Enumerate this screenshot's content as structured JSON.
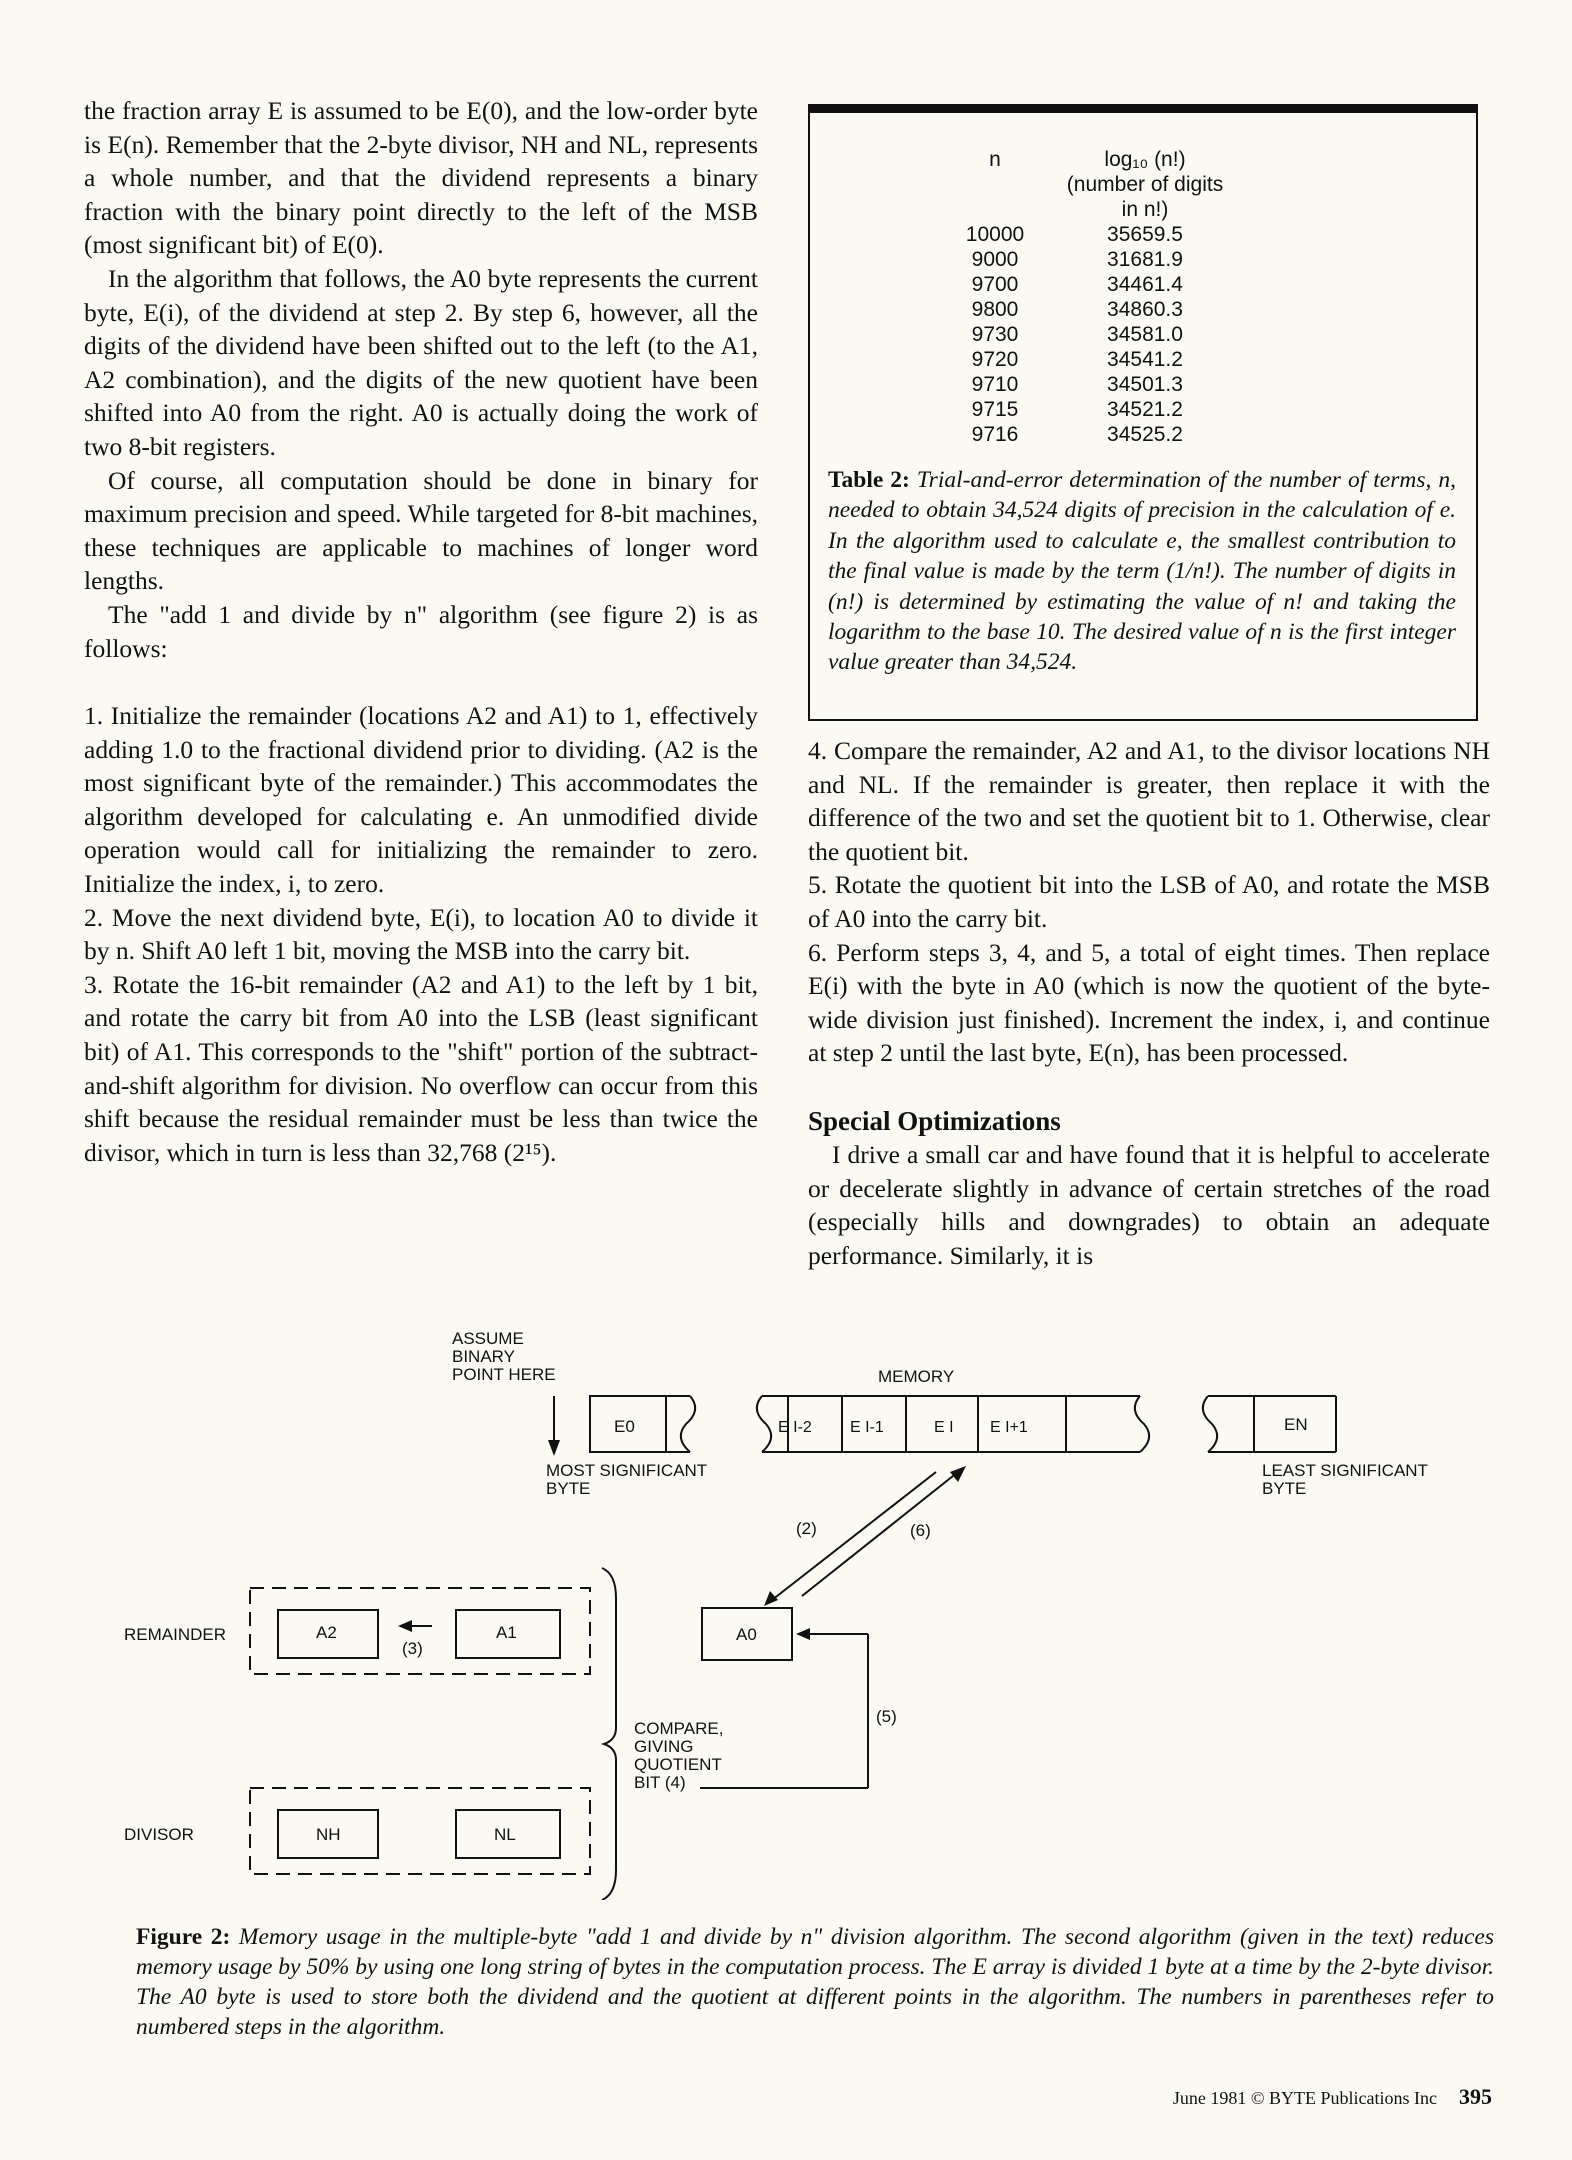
{
  "left_column": {
    "p1": "the fraction array E is assumed to be E(0), and the low-order byte is E(n). Remember that the 2-byte divisor, NH and NL, represents a whole number, and that the dividend represents a binary fraction with the binary point directly to the left of the MSB (most significant bit) of E(0).",
    "p2": "In the algorithm that follows, the A0 byte represents the current byte, E(i), of the dividend at step 2. By step 6, however, all the digits of the dividend have been shifted out to the left (to the A1, A2 combination), and the digits of the new quotient have been shifted into A0 from the right. A0 is actually doing the work of two 8-bit registers.",
    "p3": "Of course, all computation should be done in binary for maximum precision and speed. While targeted for 8-bit machines, these techniques are applicable to machines of longer word lengths.",
    "p4": "The \"add 1 and divide by n\" algorithm (see figure 2) is as follows:",
    "step1": "1. Initialize the remainder (locations A2 and A1) to 1, effectively adding 1.0 to the fractional dividend prior to dividing. (A2 is the most significant byte of the remainder.) This accommodates the algorithm developed for calculating e. An unmodified divide operation would call for initializing the remainder to zero. Initialize the index, i, to zero.",
    "step2": "2. Move the next dividend byte, E(i), to location A0 to divide it by n. Shift A0 left 1 bit, moving the MSB into the carry bit.",
    "step3": "3. Rotate the 16-bit remainder (A2 and A1) to the left by 1 bit, and rotate the carry bit from A0 into the LSB (least significant bit) of A1. This corresponds to the \"shift\" portion of the subtract-and-shift algorithm for division. No overflow can occur from this shift because the residual remainder must be less than twice the divisor, which in turn is less than 32,768 (2¹⁵)."
  },
  "right_column": {
    "step4": "4. Compare the remainder, A2 and A1, to the divisor locations NH and NL. If the remainder is greater, then replace it with the difference of the two and set the quotient bit to 1. Otherwise, clear the quotient bit.",
    "step5": "5. Rotate the quotient bit into the LSB of A0, and rotate the MSB of A0 into the carry bit.",
    "step6": "6. Perform steps 3, 4, and 5, a total of eight times. Then replace E(i) with the byte in A0 (which is now the quotient of the byte-wide division just finished). Increment the index, i, and continue at step 2 until the last byte, E(n), has been processed.",
    "heading": "Special Optimizations",
    "p5": "I drive a small car and have found that it is helpful to accelerate or decelerate slightly in advance of certain stretches of the road (especially hills and downgrades) to obtain an adequate performance. Similarly, it is"
  },
  "table": {
    "header_n": "n",
    "header_log_l1": "log₁₀ (n!)",
    "header_log_l2": "(number of digits",
    "header_log_l3": "in n!)",
    "rows": [
      {
        "n": "10000",
        "v": "35659.5"
      },
      {
        "n": "9000",
        "v": "31681.9"
      },
      {
        "n": "9700",
        "v": "34461.4"
      },
      {
        "n": "9800",
        "v": "34860.3"
      },
      {
        "n": "9730",
        "v": "34581.0"
      },
      {
        "n": "9720",
        "v": "34541.2"
      },
      {
        "n": "9710",
        "v": "34501.3"
      },
      {
        "n": "9715",
        "v": "34521.2"
      },
      {
        "n": "9716",
        "v": "34525.2"
      }
    ],
    "caption_label": "Table 2:",
    "caption_text": "Trial-and-error determination of the number of terms, n, needed to obtain 34,524 digits of precision in the calculation of e. In the algorithm used to calculate e, the smallest contribution to the final value is made by the term (1/n!). The number of digits in (n!) is determined by estimating the value of n! and taking the logarithm to the base 10. The desired value of n is the first integer value greater than 34,524."
  },
  "figure": {
    "assume_l1": "ASSUME",
    "assume_l2": "BINARY",
    "assume_l3": "POINT HERE",
    "memory": "MEMORY",
    "e0": "E0",
    "ei_m2": "E I-2",
    "ei_m1": "E I-1",
    "ei": "E I",
    "ei_p1": "E I+1",
    "en": "EN",
    "msb_l1": "MOST SIGNIFICANT",
    "msb_l2": "BYTE",
    "lsb_l1": "LEAST SIGNIFICANT",
    "lsb_l2": "BYTE",
    "step2": "(2)",
    "step6": "(6)",
    "remainder": "REMAINDER",
    "a2": "A2",
    "a1": "A1",
    "step3": "(3)",
    "a0": "A0",
    "step5": "(5)",
    "compare_l1": "COMPARE,",
    "compare_l2": "GIVING",
    "compare_l3": "QUOTIENT",
    "compare_l4": "BIT (4)",
    "divisor": "DIVISOR",
    "nh": "NH",
    "nl": "NL",
    "caption_label": "Figure 2:",
    "caption_text": "Memory usage in the multiple-byte \"add 1 and divide by n\" division algorithm. The second algorithm (given in the text) reduces memory usage by 50% by using one long string of bytes in the computation process. The E array is divided 1 byte at a time by the 2-byte divisor. The A0 byte is used to store both the dividend and the quotient at different points in the algorithm. The numbers in parentheses refer to numbered steps in the algorithm."
  },
  "footer": {
    "issue": "June 1981 © BYTE Publications Inc",
    "page": "395"
  }
}
